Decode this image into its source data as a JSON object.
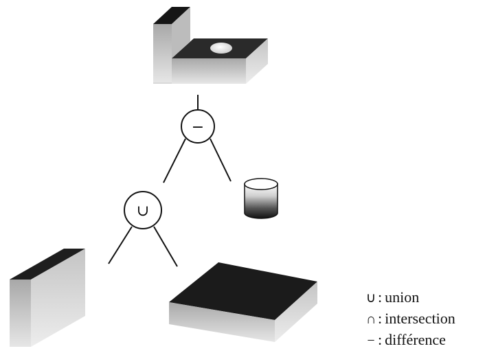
{
  "tree": {
    "root_operator": "−",
    "child_operator": "∪"
  },
  "legend": {
    "items": [
      {
        "symbol": "∪",
        "sep": ":",
        "label": "union"
      },
      {
        "symbol": "∩",
        "sep": ":",
        "label": "intersection"
      },
      {
        "symbol": "−",
        "sep": ":",
        "label": "différence"
      }
    ]
  }
}
